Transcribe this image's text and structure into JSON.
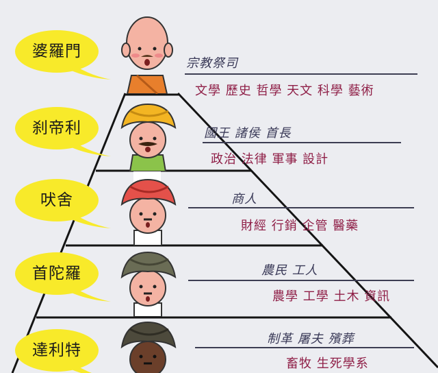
{
  "castes": [
    {
      "name": "婆羅門",
      "role": "宗教祭司",
      "fields": "文學 歷史 哲學 天文 科學 藝術"
    },
    {
      "name": "刹帝利",
      "role": "國王 諸侯 首長",
      "fields": "政治 法律 軍事 設計"
    },
    {
      "name": "吠舍",
      "role": "商人",
      "fields": "財經 行銷 企管 醫藥"
    },
    {
      "name": "首陀羅",
      "role": "農民 工人",
      "fields": "農學 工學 土木 資訊"
    },
    {
      "name": "達利特",
      "role": "制革 屠夫 殯葬",
      "fields": "畜牧 生死學系"
    }
  ],
  "colors": {
    "bubble": "#f8ea2a",
    "line": "#141414",
    "role": "#3a3a58",
    "fields": "#8f1f47"
  },
  "icons": [
    "monk-head-icon",
    "yellow-turban-icon",
    "red-turban-icon",
    "olive-turban-icon",
    "dark-turban-icon"
  ]
}
